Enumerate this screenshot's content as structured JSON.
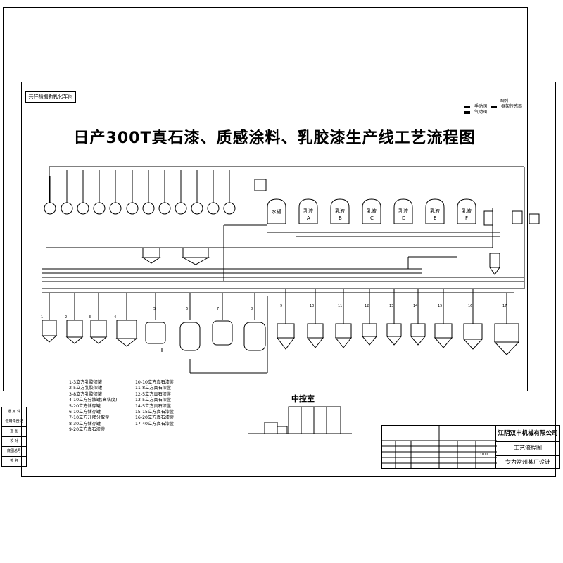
{
  "stamp_text": "共祥精细新乳化车间",
  "title": "日产300T真石漆、质感涂料、乳胶漆生产线工艺流程图",
  "legend": {
    "heading": "图例",
    "items": [
      {
        "label": "手动阀"
      },
      {
        "label": "气动阀"
      },
      {
        "label": "框架传感器"
      }
    ]
  },
  "storage_tanks": [
    {
      "label": "水罐",
      "sub": ""
    },
    {
      "label": "乳液",
      "sub": "A"
    },
    {
      "label": "乳液",
      "sub": "B"
    },
    {
      "label": "乳液",
      "sub": "C"
    },
    {
      "label": "乳液",
      "sub": "D"
    },
    {
      "label": "乳液",
      "sub": "E"
    },
    {
      "label": "乳液",
      "sub": "F"
    }
  ],
  "equipment_list_left": [
    "1-3立方乳胶漆罐",
    "2-5立方乳胶漆罐",
    "3-8立方乳胶漆罐",
    "4-10立方分散罐(高粘度)",
    "5-20立方储存罐",
    "6-10立方储存罐",
    "7-10立方升降分散釜",
    "8-30立方储存罐",
    "9-20立方真石漆釜"
  ],
  "equipment_list_right": [
    "10-10立方真石漆釜",
    "11-8立方真石漆釜",
    "12-5立方真石漆釜",
    "13-5立方真石漆釜",
    "14-5立方真石漆釜",
    "15-15立方真石漆釜",
    "16-20立方真石漆釜",
    "17-40立方真石漆釜"
  ],
  "control_room": "中控室",
  "title_block": {
    "company": "江阴双丰机械有限公司",
    "drawing_name": "工艺流程图",
    "note": "专为常州某厂设计",
    "scale": "1:100"
  },
  "side_box": [
    "通 用 件",
    "借用件登记",
    "描 图",
    "校 对",
    "底图总号",
    "签 名"
  ],
  "vessel_numbers": [
    "1",
    "2",
    "3",
    "4",
    "5",
    "6",
    "7",
    "8",
    "9",
    "10",
    "11",
    "12",
    "13",
    "14",
    "15",
    "16",
    "17"
  ]
}
